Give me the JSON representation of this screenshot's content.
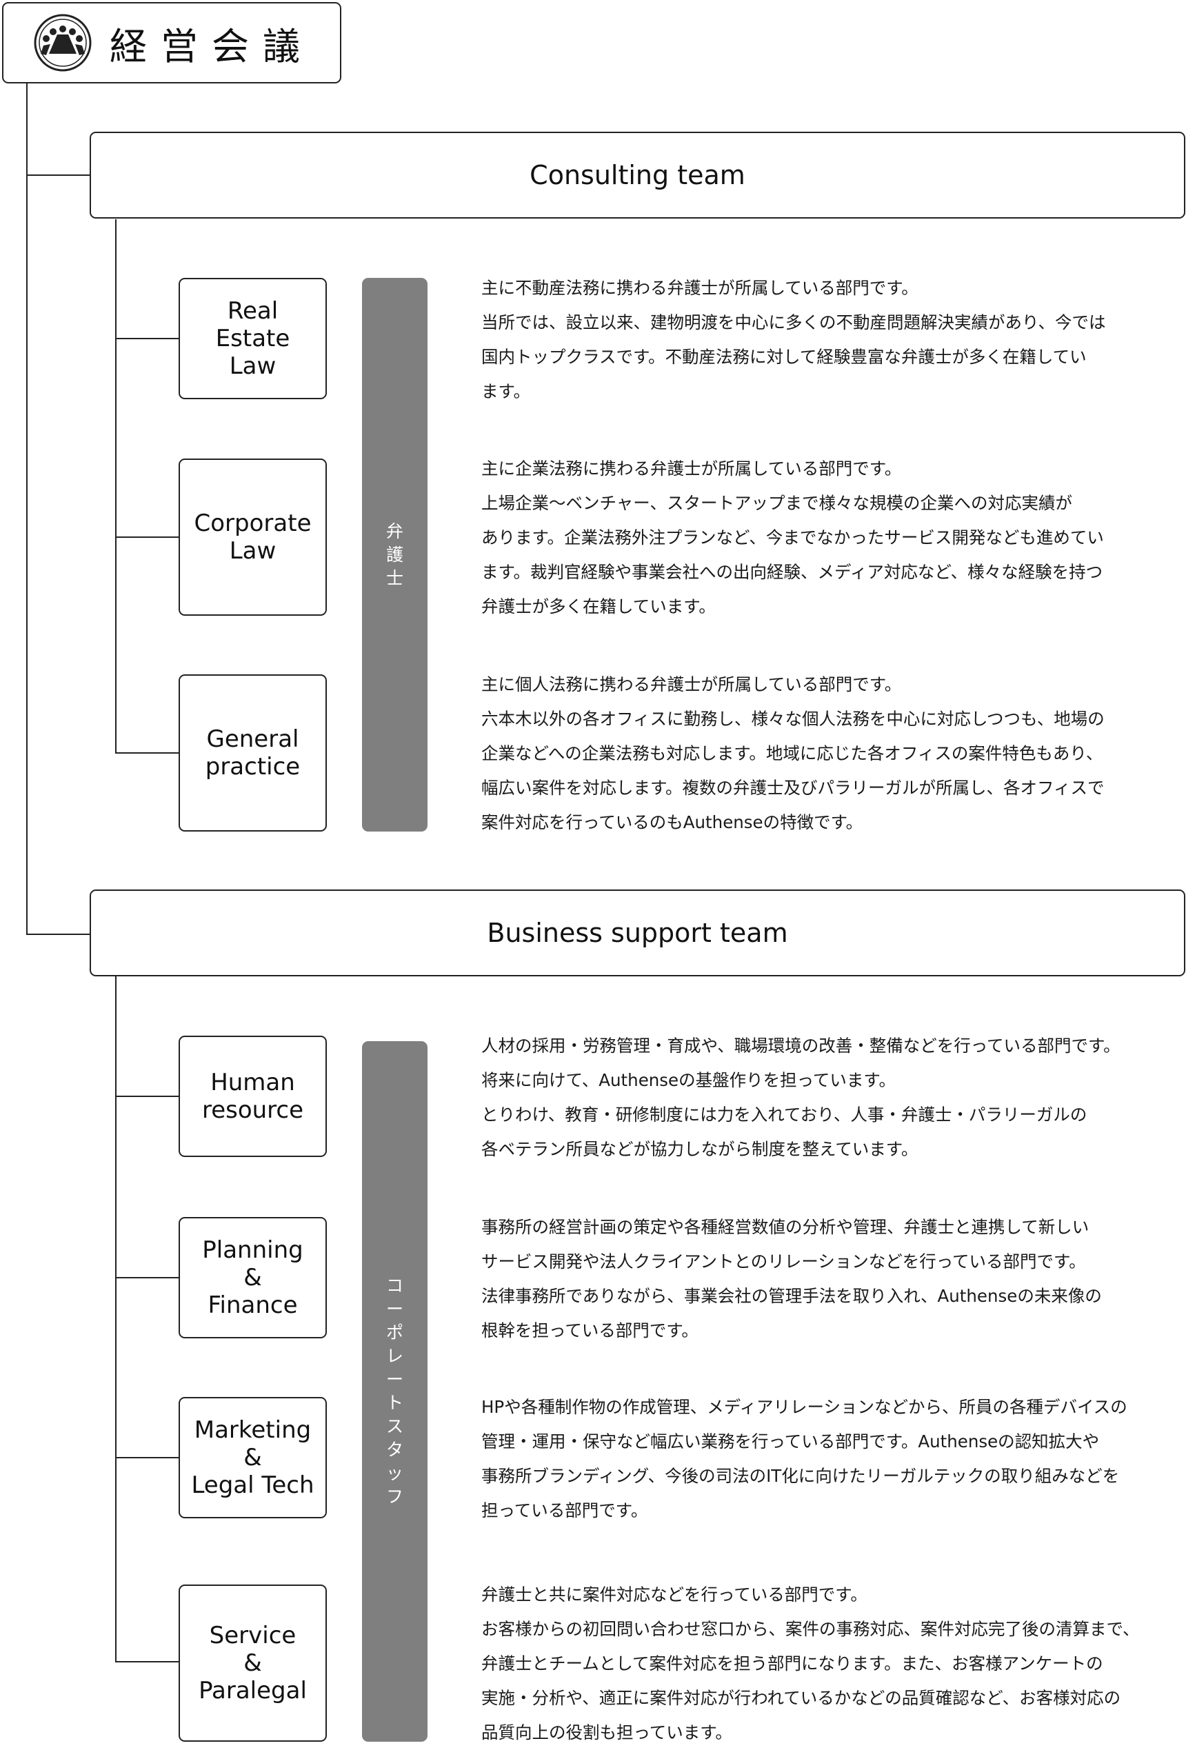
{
  "header": {
    "title": "経営会議",
    "logo_icon": "meeting-table-icon"
  },
  "teams": [
    {
      "name": "Consulting team",
      "bar_label": "弁護士",
      "departments": [
        {
          "label": "Real\nEstate\nLaw",
          "description": [
            "主に不動産法務に携わる弁護士が所属している部門です。",
            "当所では、設立以来、建物明渡を中心に多くの不動産問題解決実績があり、今では",
            "国内トップクラスです。不動産法務に対して経験豊富な弁護士が多く在籍してい",
            "ます。"
          ]
        },
        {
          "label": "Corporate\nLaw",
          "description": [
            "主に企業法務に携わる弁護士が所属している部門です。",
            "上場企業～ベンチャー、スタートアップまで様々な規模の企業への対応実績が",
            "あります。企業法務外注プランなど、今までなかったサービス開発なども進めてい",
            "ます。裁判官経験や事業会社への出向経験、メディア対応など、様々な経験を持つ",
            "弁護士が多く在籍しています。"
          ]
        },
        {
          "label": "General\npractice",
          "description": [
            "主に個人法務に携わる弁護士が所属している部門です。",
            "六本木以外の各オフィスに勤務し、様々な個人法務を中心に対応しつつも、地場の",
            "企業などへの企業法務も対応します。地域に応じた各オフィスの案件特色もあり、",
            "幅広い案件を対応します。複数の弁護士及びパラリーガルが所属し、各オフィスで",
            "案件対応を行っているのもAuthenseの特徴です。"
          ]
        }
      ]
    },
    {
      "name": "Business support team",
      "bar_label": "コーポレートスタッフ",
      "departments": [
        {
          "label": "Human\nresource",
          "description": [
            "人材の採用・労務管理・育成や、職場環境の改善・整備などを行っている部門です。",
            "将来に向けて、Authenseの基盤作りを担っています。",
            "とりわけ、教育・研修制度には力を入れており、人事・弁護士・パラリーガルの",
            "各ベテラン所員などが協力しながら制度を整えています。"
          ]
        },
        {
          "label": "Planning\n&\nFinance",
          "description": [
            "事務所の経営計画の策定や各種経営数値の分析や管理、弁護士と連携して新しい",
            "サービス開発や法人クライアントとのリレーションなどを行っている部門です。",
            "法律事務所でありながら、事業会社の管理手法を取り入れ、Authenseの未来像の",
            "根幹を担っている部門です。"
          ]
        },
        {
          "label": "Marketing\n&\nLegal Tech",
          "description": [
            "HPや各種制作物の作成管理、メディアリレーションなどから、所員の各種デバイスの",
            "管理・運用・保守など幅広い業務を行っている部門です。Authenseの認知拡大や",
            "事務所ブランディング、今後の司法のIT化に向けたリーガルテックの取り組みなどを",
            "担っている部門です。"
          ]
        },
        {
          "label": "Service\n&\nParalegal",
          "description": [
            "弁護士と共に案件対応などを行っている部門です。",
            "お客様からの初回問い合わせ窓口から、案件の事務対応、案件対応完了後の清算まで、",
            "弁護士とチームとして案件対応を担う部門になります。また、お客様アンケートの",
            "実施・分析や、適正に案件対応が行われているかなどの品質確認など、お客様対応の",
            "品質向上の役割も担っています。"
          ]
        }
      ]
    }
  ]
}
